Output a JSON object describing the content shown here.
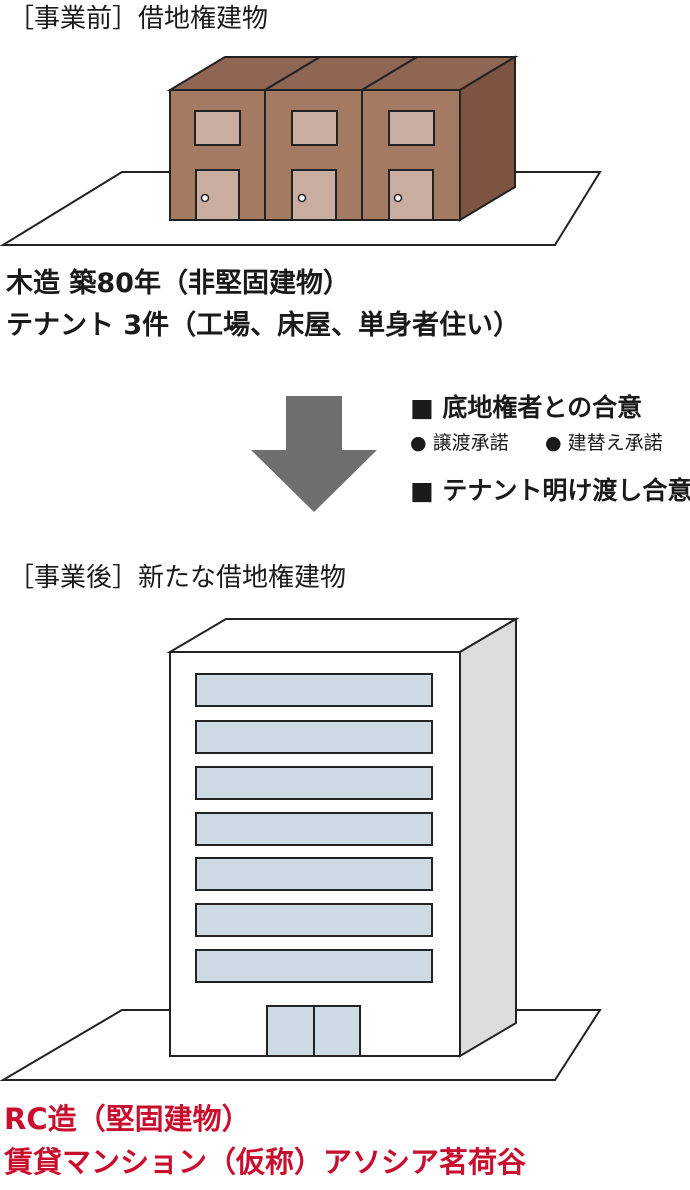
{
  "before": {
    "heading": "［事業前］借地権建物",
    "line1": "木造 築80年（非堅固建物）",
    "line2": "テナント 3件（工場、床屋、単身者住い）"
  },
  "conditions": {
    "item1": "■ 底地権者との合意",
    "sub1": "● 譲渡承諾",
    "sub2": "● 建替え承諾",
    "item2": "■ テナント明け渡し合意"
  },
  "after": {
    "heading": "［事業後］新たな借地権建物",
    "line1": "RC造（堅固建物）",
    "line2": "賃貸マンション（仮称）アソシア茗荷谷"
  },
  "colors": {
    "wood_front": "#a57a62",
    "wood_side": "#7d5442",
    "wood_top": "#8f6654",
    "window_light": "#c9ada0",
    "arrow": "#6f6f6f",
    "glass": "#cbdae3",
    "accent_red": "#c8102e"
  }
}
